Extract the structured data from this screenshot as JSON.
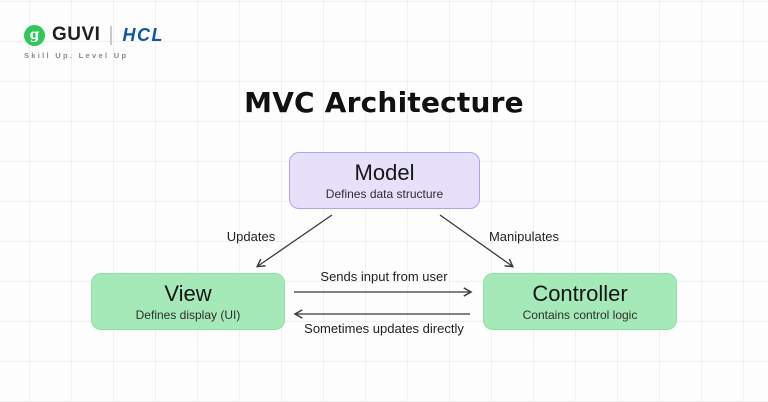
{
  "logo": {
    "brand": "GUVI",
    "brand_mark": "g",
    "partner": "HCL",
    "tagline": "Skill Up. Level Up"
  },
  "title": "MVC Architecture",
  "diagram": {
    "nodes": [
      {
        "id": "model",
        "label": "Model",
        "sublabel": "Defines data structure",
        "fill": "#e6e0fa",
        "border": "#b3a1ec"
      },
      {
        "id": "view",
        "label": "View",
        "sublabel": "Defines display (UI)",
        "fill": "#a6e9b8",
        "border": "#8fdfa8"
      },
      {
        "id": "controller",
        "label": "Controller",
        "sublabel": "Contains control logic",
        "fill": "#a6e9b8",
        "border": "#8fdfa8"
      }
    ],
    "edges": [
      {
        "from": "model",
        "to": "view",
        "label": "Updates"
      },
      {
        "from": "model",
        "to": "controller",
        "label": "Manipulates"
      },
      {
        "from": "view",
        "to": "controller",
        "label": "Sends input from user"
      },
      {
        "from": "controller",
        "to": "view",
        "label": "Sometimes updates directly"
      }
    ]
  },
  "colors": {
    "background": "#fdfdfd",
    "grid_line": "#f0f0f1",
    "model_fill": "#e6e0fa",
    "model_border": "#b3a1ec",
    "view_controller_fill": "#a6e9b8",
    "guvi_green": "#2ec75c",
    "hcl_blue": "#1254a5",
    "arrow": "#3a3a3a",
    "title_text": "#111111"
  }
}
